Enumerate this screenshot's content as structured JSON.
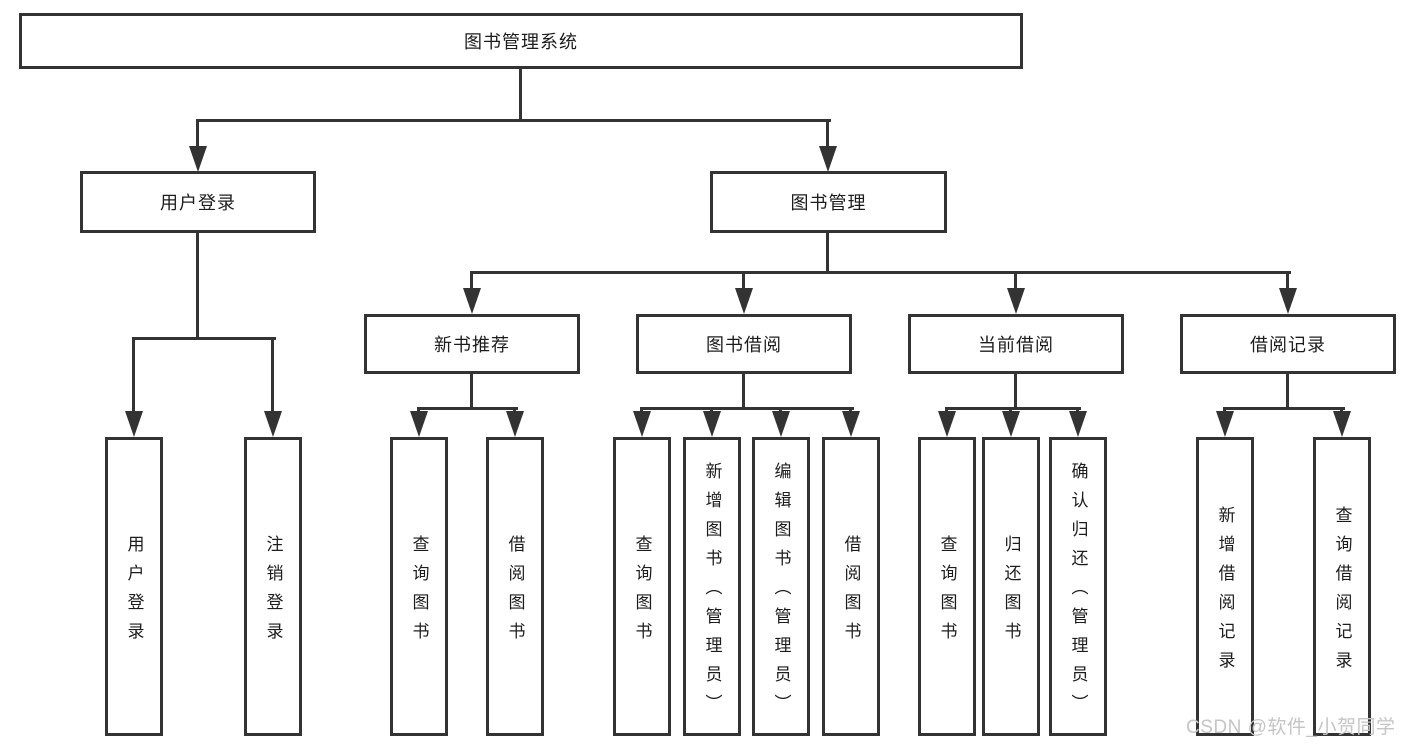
{
  "diagram": {
    "title": "图书管理系统",
    "level2": [
      {
        "id": "user-login",
        "label": "用户登录"
      },
      {
        "id": "book-management",
        "label": "图书管理"
      }
    ],
    "level3": [
      {
        "id": "new-book-recommend",
        "label": "新书推荐",
        "parent": "book-management"
      },
      {
        "id": "book-borrowing",
        "label": "图书借阅",
        "parent": "book-management"
      },
      {
        "id": "current-borrowing",
        "label": "当前借阅",
        "parent": "book-management"
      },
      {
        "id": "borrowing-records",
        "label": "借阅记录",
        "parent": "book-management"
      }
    ],
    "leaves": [
      {
        "label": "用户登录",
        "parent": "user-login"
      },
      {
        "label": "注销登录",
        "parent": "user-login"
      },
      {
        "label": "查询图书",
        "parent": "new-book-recommend"
      },
      {
        "label": "借阅图书",
        "parent": "new-book-recommend"
      },
      {
        "label": "查询图书",
        "parent": "book-borrowing"
      },
      {
        "label": "新增图书（管理员）",
        "parent": "book-borrowing"
      },
      {
        "label": "编辑图书（管理员）",
        "parent": "book-borrowing"
      },
      {
        "label": "借阅图书",
        "parent": "book-borrowing"
      },
      {
        "label": "查询图书",
        "parent": "current-borrowing"
      },
      {
        "label": "归还图书",
        "parent": "current-borrowing"
      },
      {
        "label": "确认归还（管理员）",
        "parent": "current-borrowing"
      },
      {
        "label": "新增借阅记录",
        "parent": "borrowing-records"
      },
      {
        "label": "查询借阅记录",
        "parent": "borrowing-records"
      }
    ]
  },
  "watermark": {
    "text": "CSDN @软件_小贺同学"
  },
  "colors": {
    "line": "#333333",
    "text": "#1c1c1c",
    "watermark": "#c5c5c5",
    "background": "#ffffff"
  }
}
